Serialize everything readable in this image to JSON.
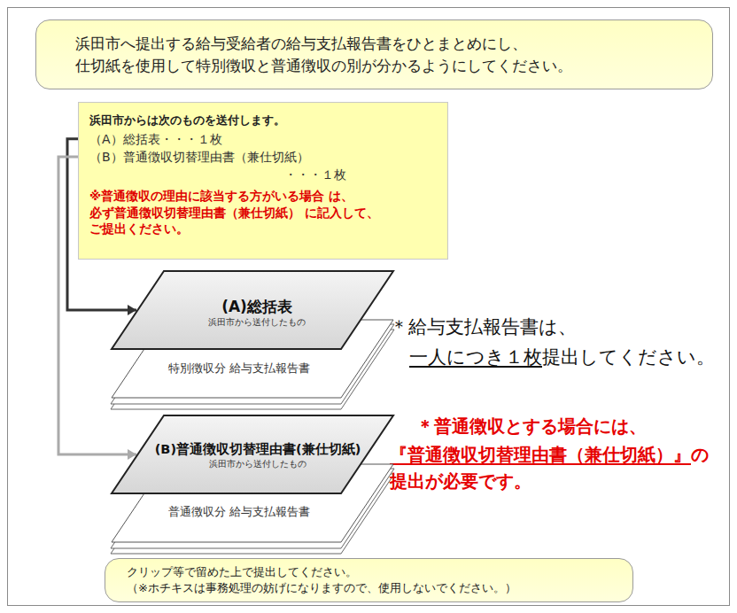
{
  "diagram": {
    "nodes": [
      {
        "text": [
          "浜田市へ提出する給与受給者の給与支払報告書をひとまとめにし、 仕切紙を使用して特別徴収と普通徴収の別が分かるようにしてください。"
        ]
      },
      {
        "text": [
          "浜田市からは次のものを送付します。",
          "（A）総括表・・・１枚",
          "（B）普通徴収切替理由書（兼仕切紙） ・・・１枚",
          "※普通徴収の理由に該当する方がいる場合 は、必ず普通徴収切替理由書（兼仕切紙） に記入して、ご提出ください。"
        ]
      },
      {
        "text": [
          "(A)総括表",
          "浜田市から送付したもの"
        ]
      },
      {
        "text": [
          "特別徴収分 給与支払報告書"
        ]
      },
      {
        "text": [
          "(B)普通徴収切替理由書(兼仕切紙)",
          "浜田市から送付したもの"
        ]
      },
      {
        "text": [
          "普通徴収分 給与支払報告書"
        ]
      },
      {
        "text": [
          "クリップ等で留めた上で提出してください。",
          "（※ホチキスは事務処理の妨げになりますので、使用しないでください。）"
        ]
      }
    ],
    "edges": [
      {
        "from": 1,
        "to": 2,
        "arrow": "to"
      },
      {
        "from": 1,
        "to": 4,
        "arrow": "to"
      }
    ],
    "labels": [
      "＊給与支払報告書は、",
      "一人につき１枚",
      "提出してください。",
      "＊普通徴収とする場合には、",
      "『普通徴収切替理由書（兼仕切紙）』",
      "の 提出が必要です。"
    ]
  }
}
